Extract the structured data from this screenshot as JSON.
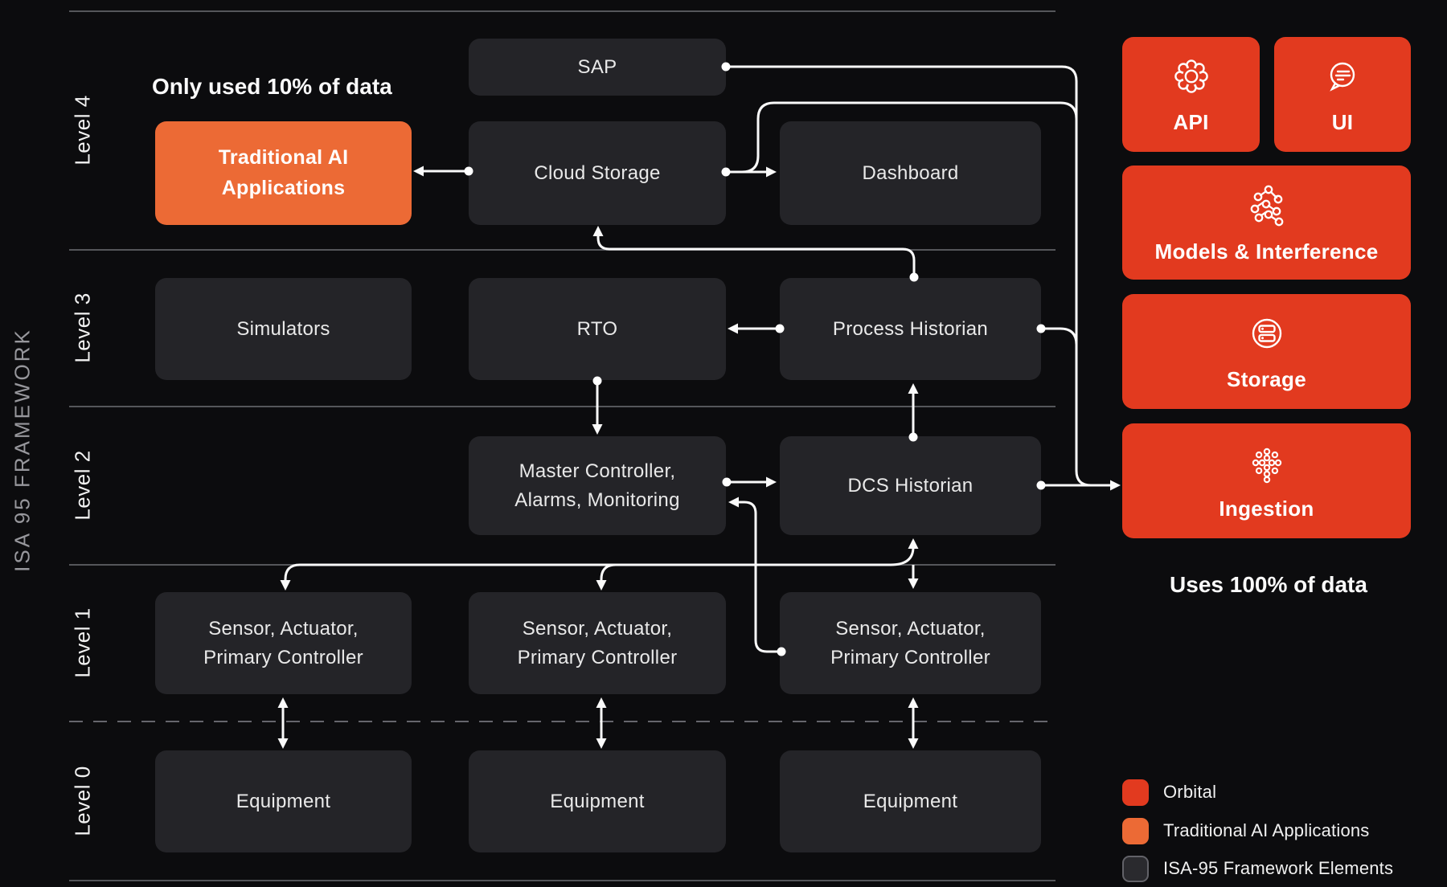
{
  "sidebar": {
    "framework_label": "ISA 95 FRAMEWORK",
    "levels": [
      "Level 4",
      "Level 3",
      "Level 2",
      "Level 1",
      "Level 0"
    ]
  },
  "annotations": {
    "level4_note": "Only used 10% of data",
    "orbital_note": "Uses 100% of data"
  },
  "nodes": {
    "sap": {
      "label": "SAP"
    },
    "traditional_ai": {
      "label": "Traditional AI\nApplications"
    },
    "cloud_storage": {
      "label": "Cloud Storage"
    },
    "dashboard": {
      "label": "Dashboard"
    },
    "simulators": {
      "label": "Simulators"
    },
    "rto": {
      "label": "RTO"
    },
    "process_historian": {
      "label": "Process Historian"
    },
    "master_controller": {
      "label": "Master Controller,\nAlarms, Monitoring"
    },
    "dcs_historian": {
      "label": "DCS Historian"
    },
    "sensor_1": {
      "label": "Sensor, Actuator,\nPrimary Controller"
    },
    "sensor_2": {
      "label": "Sensor, Actuator,\nPrimary Controller"
    },
    "sensor_3": {
      "label": "Sensor, Actuator,\nPrimary Controller"
    },
    "equipment_1": {
      "label": "Equipment"
    },
    "equipment_2": {
      "label": "Equipment"
    },
    "equipment_3": {
      "label": "Equipment"
    }
  },
  "orbital_stack": {
    "api": {
      "label": "API",
      "icon": "api-gear-icon"
    },
    "ui": {
      "label": "UI",
      "icon": "chat-bubble-icon"
    },
    "models": {
      "label": "Models & Interference",
      "icon": "neural-network-icon"
    },
    "storage": {
      "label": "Storage",
      "icon": "server-stack-icon"
    },
    "ingestion": {
      "label": "Ingestion",
      "icon": "dot-cluster-icon"
    }
  },
  "legend": {
    "items": [
      {
        "label": "Orbital",
        "color": "#e23a1f"
      },
      {
        "label": "Traditional AI Applications",
        "color": "#ec6a35"
      },
      {
        "label": "ISA-95 Framework Elements",
        "color": "#2a2a2e"
      }
    ]
  },
  "colors": {
    "background": "#0c0c0e",
    "framework_box": "#242428",
    "orbital_red": "#e23a1f",
    "traditional_orange": "#ec6a35",
    "connector": "#fafafa",
    "divider": "#55565a"
  }
}
